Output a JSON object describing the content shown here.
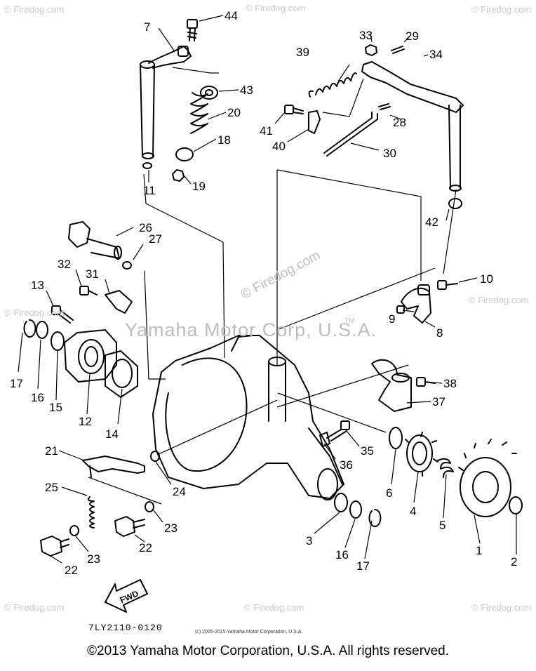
{
  "diagram": {
    "part_number": "7LY2110-0120",
    "small_copyright": "(c) 2005-2015 Yamaha Motor Corporation, U.S.A.",
    "copyright": "©2013 Yamaha Motor Corporation, U.S.A. All rights reserved.",
    "fwd_label": "FWD",
    "watermarks": {
      "corner": "© Firedog.com",
      "center": "© Firedog.com",
      "brand": "Yamaha Motor Corp, U.S.A.",
      "tm": "TM"
    },
    "callouts": [
      "44",
      "7",
      "33",
      "29",
      "39",
      "34",
      "43",
      "20",
      "41",
      "28",
      "40",
      "18",
      "30",
      "19",
      "11",
      "42",
      "26",
      "27",
      "32",
      "31",
      "10",
      "13",
      "9",
      "8",
      "17",
      "16",
      "15",
      "12",
      "14",
      "38",
      "37",
      "21",
      "36",
      "35",
      "24",
      "6",
      "4",
      "5",
      "25",
      "23",
      "1",
      "22",
      "3",
      "16",
      "17",
      "2",
      "23",
      "22"
    ]
  }
}
